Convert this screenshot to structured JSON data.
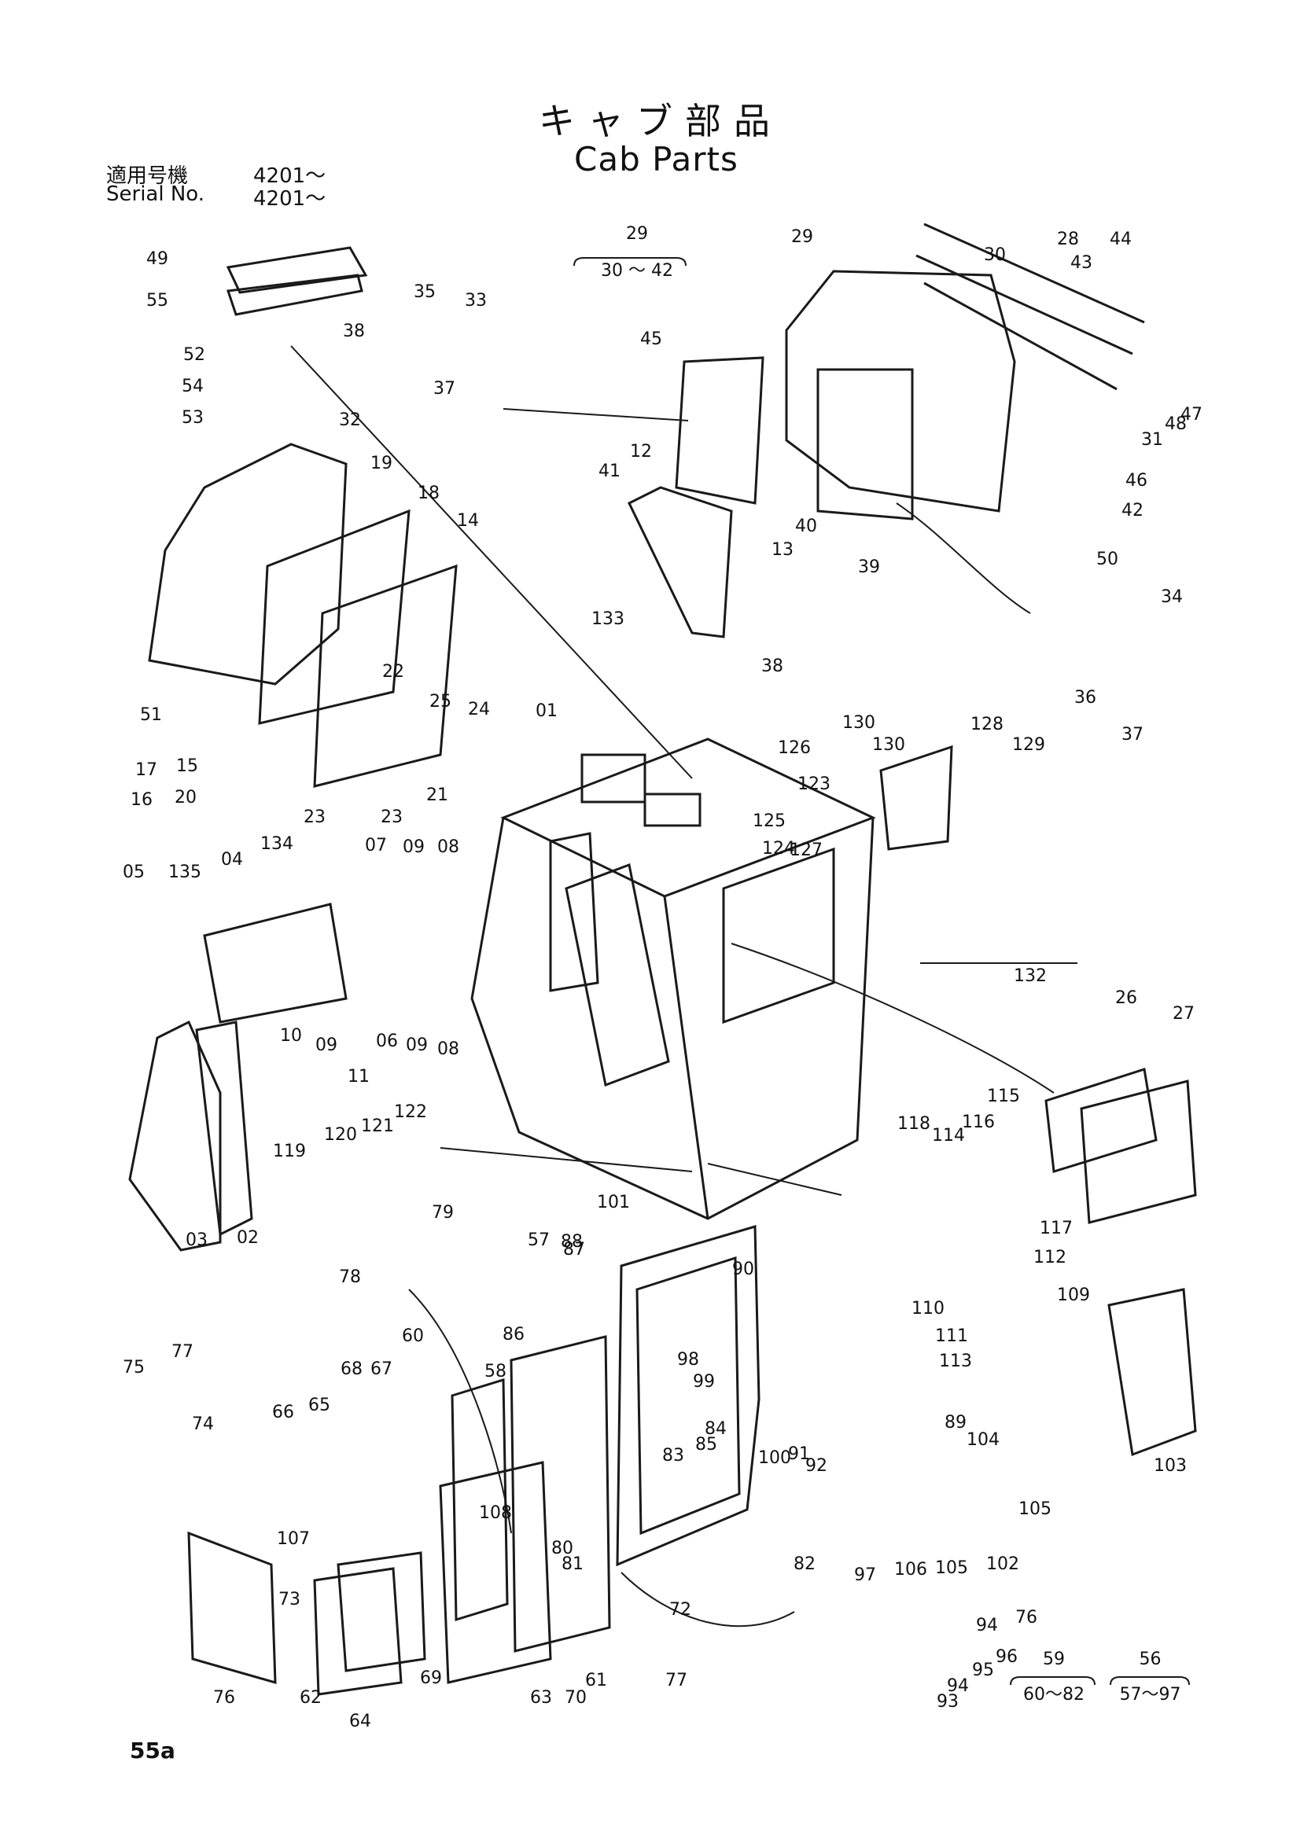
{
  "title": {
    "japanese": "キャブ部品",
    "english": "Cab Parts"
  },
  "serial": {
    "label_jp": "適用号機",
    "value_jp": "4201〜",
    "label_en": "Serial No.",
    "value_en": "4201〜"
  },
  "page_number": "55a",
  "group_keys": [
    {
      "id": "29",
      "range": "30 〜 42"
    },
    {
      "id": "59",
      "range": "60〜82"
    },
    {
      "id": "56",
      "range": "57〜97"
    }
  ],
  "callouts": [
    "49",
    "55",
    "52",
    "54",
    "53",
    "35",
    "33",
    "38",
    "37",
    "29",
    "30",
    "28",
    "44",
    "43",
    "45",
    "31",
    "48",
    "47",
    "46",
    "42",
    "41",
    "12",
    "13",
    "40",
    "39",
    "32",
    "19",
    "18",
    "14",
    "133",
    "50",
    "34",
    "36",
    "37",
    "38",
    "01",
    "51",
    "15",
    "22",
    "25",
    "24",
    "17",
    "16",
    "20",
    "21",
    "23",
    "23",
    "130",
    "130",
    "128",
    "129",
    "126",
    "123",
    "125",
    "124",
    "127",
    "05",
    "135",
    "04",
    "134",
    "07",
    "09",
    "08",
    "132",
    "06",
    "09",
    "08",
    "10",
    "09",
    "11",
    "26",
    "27",
    "03",
    "02",
    "119",
    "120",
    "121",
    "122",
    "115",
    "118",
    "114",
    "116",
    "117",
    "79",
    "78",
    "101",
    "57",
    "88",
    "87",
    "90",
    "112",
    "109",
    "86",
    "98",
    "99",
    "110",
    "111",
    "113",
    "77",
    "75",
    "74",
    "60",
    "67",
    "68",
    "58",
    "65",
    "66",
    "84",
    "83",
    "85",
    "100",
    "92",
    "91",
    "89",
    "104",
    "105",
    "103",
    "108",
    "80",
    "81",
    "82",
    "97",
    "106",
    "105",
    "102",
    "107",
    "73",
    "76",
    "62",
    "64",
    "69",
    "63",
    "70",
    "61",
    "72",
    "77",
    "76",
    "93",
    "94",
    "95",
    "96",
    "94"
  ]
}
